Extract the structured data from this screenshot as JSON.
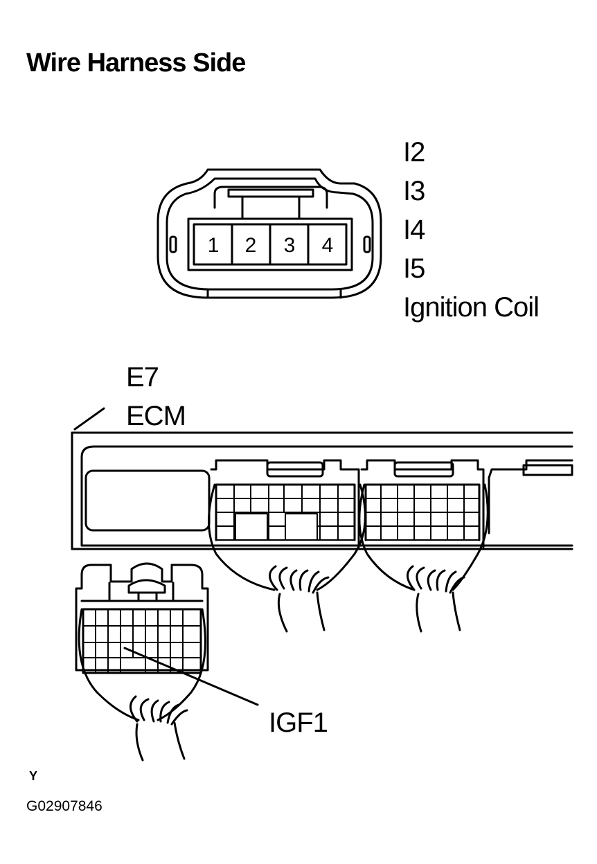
{
  "heading": "Wire Harness Side",
  "coil_connector": {
    "names": [
      "I2",
      "I3",
      "I4",
      "I5"
    ],
    "component": "Ignition Coil",
    "pins": [
      "1",
      "2",
      "3",
      "4"
    ]
  },
  "ecm_connector": {
    "code": "E7",
    "component": "ECM",
    "terminal_callout": "IGF1"
  },
  "orientation_mark": "Y",
  "figure_code": "G02907846",
  "colors": {
    "line": "#000000",
    "background": "#ffffff"
  }
}
